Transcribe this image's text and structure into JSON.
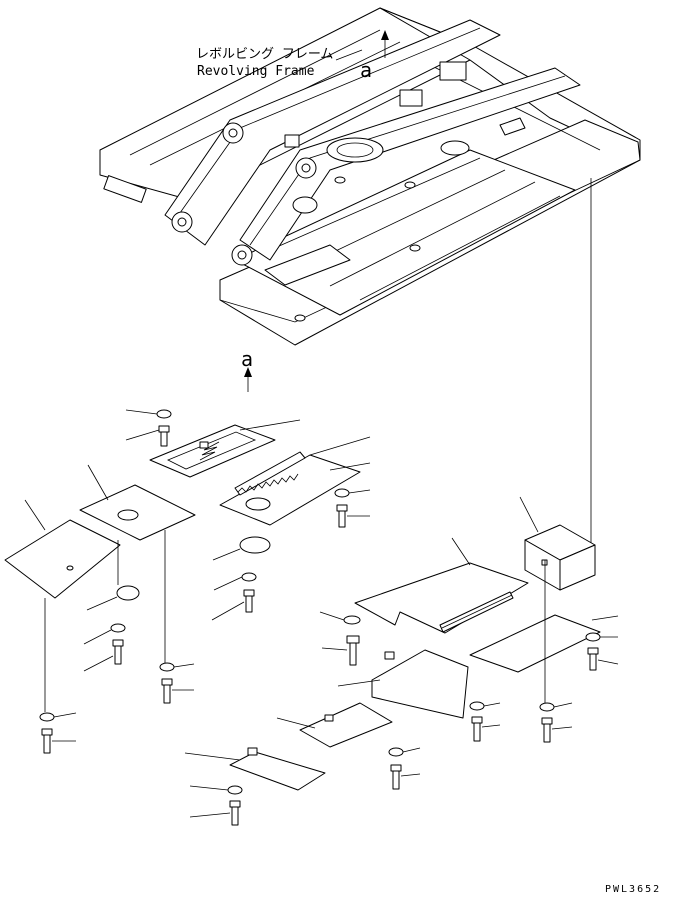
{
  "frame": {
    "label_jp": "レボルビング フレーム",
    "label_en": "Revolving Frame",
    "view_marker": "a"
  },
  "detail": {
    "view_marker": "a"
  },
  "drawing_code": "PWL3652"
}
